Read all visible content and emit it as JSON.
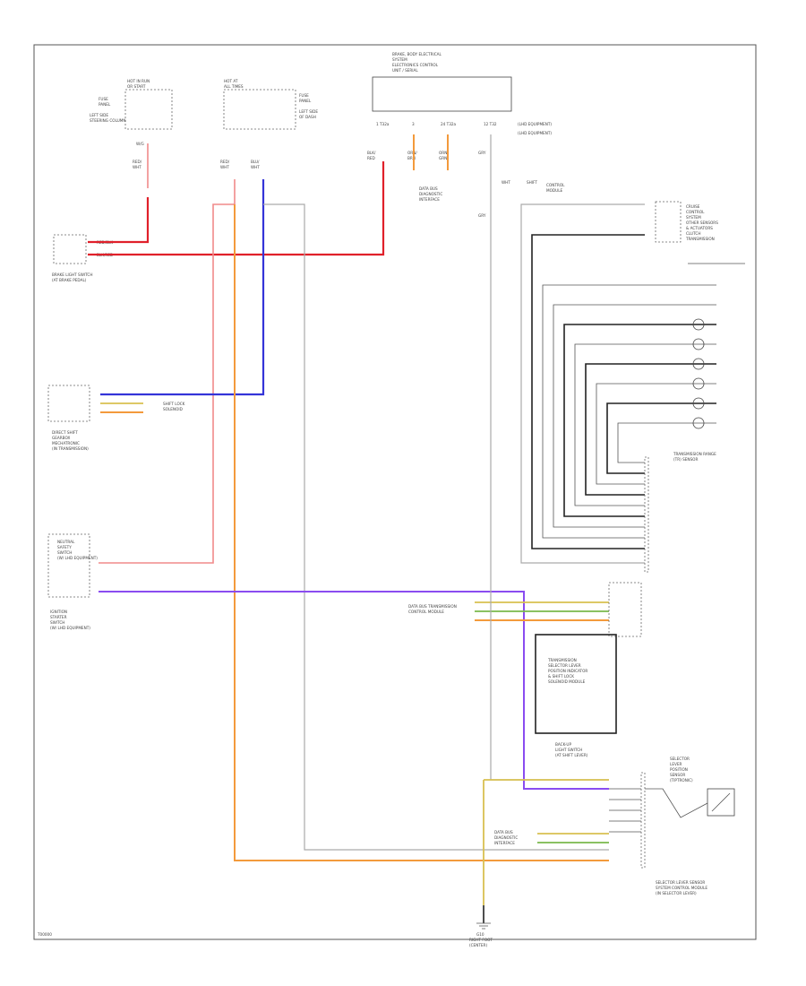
{
  "labels": {
    "top_module": [
      "BRAKE, BODY ELECTRICAL",
      "SYSTEM",
      "ELECTRONICS CONTROL",
      "UNIT / SERIAL"
    ],
    "left_fuse": [
      "HOT IN RUN",
      "OR START",
      "FUSE",
      "PANEL",
      "LEFT SIDE",
      "STEERING COLUMN"
    ],
    "mid_fuse": [
      "HOT AT",
      "ALL TIMES",
      "FUSE",
      "PANEL",
      "LEFT SIDE",
      "OF DASH"
    ],
    "brake_switch": [
      "BRAKE LIGHT SWITCH",
      "(AT BRAKE PEDAL)"
    ],
    "direct_shift": [
      "DIRECT SHIFT",
      "GEARBOX",
      "MECHATRONIC",
      "(IN TRANSMISSION)"
    ],
    "neutral_switch": [
      "NEUTRAL",
      "SAFETY",
      "SWITCH",
      "(W/ LHD EQUIPMENT)"
    ],
    "shift_lock": [
      "SHIFT LOCK",
      "SOLENOID"
    ],
    "data_bus": [
      "DATA BUS",
      "DIAGNOSTIC",
      "INTERFACE"
    ],
    "left_starter": [
      "IGNITION",
      "STARTER",
      "SWITCH",
      "(W/ LHD EQUIPMENT)"
    ],
    "right_top_note": [
      "CRUISE",
      "CONTROL",
      "SYSTEM",
      "OTHER SENSORS",
      "& ACTUATORS",
      "CLUTCH",
      "TRANSMISSION"
    ],
    "transmission_range": [
      "TRANSMISSION RANGE",
      "(TR) SENSOR"
    ],
    "data_bus_2": [
      "DATA BUS TRANSMISSION",
      "CONTROL MODULE"
    ],
    "mid_right_box": [
      "TRANSMISSION",
      "SELECTOR LEVER",
      "POSITION INDICATOR",
      "& SHIFT LOCK",
      "SOLENOID MODULE"
    ],
    "back_up": [
      "BACK-UP",
      "LIGHT SWITCH",
      "(AT SHIFT LEVER)"
    ],
    "sensor_right": [
      "SELECTOR",
      "LEVER",
      "POSITION",
      "SENSOR",
      "(TIPTRONIC)"
    ],
    "bottom_right": [
      "SELECTOR LEVER SENSOR",
      "SYSTEM CONTROL MODULE",
      "(IN SELECTOR LEVER)"
    ],
    "ground": [
      "G10",
      "RIGHT FOOT",
      "(CENTER)"
    ],
    "corner_code": "T00000"
  },
  "colors": {
    "red": "#e0202a",
    "blue": "#3434d8",
    "violet": "#8a4cf0",
    "orange": "#f39a3c",
    "yellow": "#d8c050",
    "green": "#7ab84c"
  }
}
